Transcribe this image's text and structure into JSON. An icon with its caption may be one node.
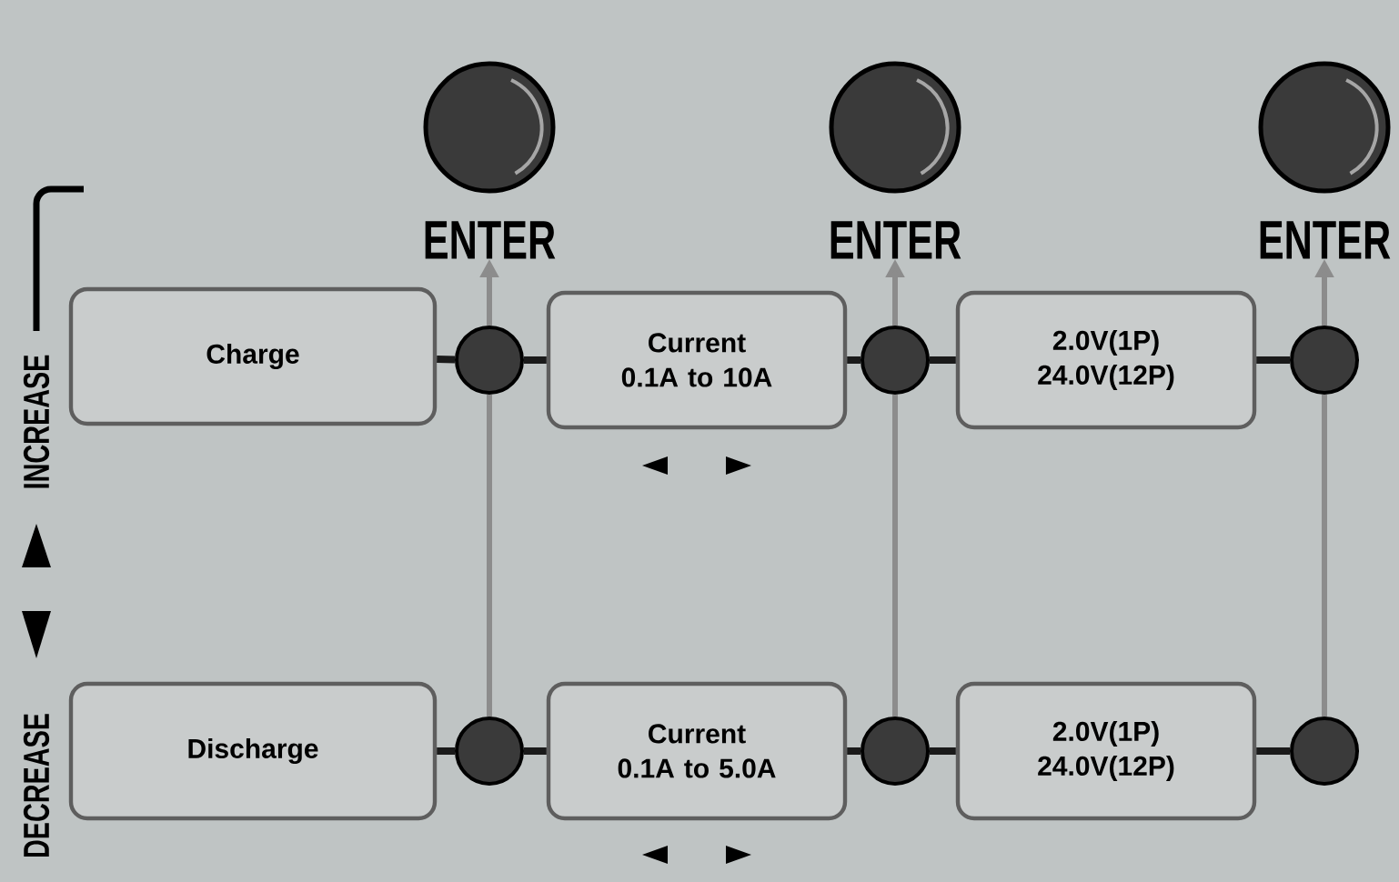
{
  "diagram": {
    "nodes": [
      {
        "text": [
          "Charge"
        ]
      },
      {
        "text": [
          "Current 0.1A to 10A"
        ]
      },
      {
        "text": [
          "2.0V(1P) 24.0V(12P)"
        ]
      },
      {
        "text": [
          "Discharge"
        ]
      },
      {
        "text": [
          "Current 0.1A to 5.0A"
        ]
      },
      {
        "text": [
          "2.0V(1P) 24.0V(12P)"
        ]
      },
      {
        "text": [
          "ENTER"
        ]
      },
      {
        "text": [
          "ENTER"
        ]
      },
      {
        "text": [
          "ENTER"
        ]
      },
      {
        "text": [],
        "shape": "circle"
      },
      {
        "text": [],
        "shape": "circle"
      },
      {
        "text": [],
        "shape": "circle"
      },
      {
        "text": [],
        "shape": "circle"
      },
      {
        "text": [],
        "shape": "circle"
      },
      {
        "text": [],
        "shape": "circle"
      }
    ],
    "edges": [
      {
        "from": 0,
        "to": 9,
        "arrow": "none"
      },
      {
        "from": 9,
        "to": 1,
        "arrow": "none"
      },
      {
        "from": 1,
        "to": 10,
        "arrow": "none"
      },
      {
        "from": 10,
        "to": 2,
        "arrow": "none"
      },
      {
        "from": 2,
        "to": 11,
        "arrow": "none"
      },
      {
        "from": 3,
        "to": 12,
        "arrow": "none"
      },
      {
        "from": 12,
        "to": 4,
        "arrow": "none"
      },
      {
        "from": 4,
        "to": 13,
        "arrow": "none"
      },
      {
        "from": 13,
        "to": 5,
        "arrow": "none"
      },
      {
        "from": 5,
        "to": 14,
        "arrow": "none"
      },
      {
        "from": 12,
        "to": 9,
        "arrow": "none",
        "color": "#8c8c8c"
      },
      {
        "from": 9,
        "to": 6,
        "arrow": "to",
        "color": "#8c8c8c"
      },
      {
        "from": 13,
        "to": 10,
        "arrow": "none",
        "color": "#8c8c8c"
      },
      {
        "from": 10,
        "to": 7,
        "arrow": "to",
        "color": "#8c8c8c"
      },
      {
        "from": 14,
        "to": 11,
        "arrow": "none",
        "color": "#8c8c8c"
      },
      {
        "from": 11,
        "to": 8,
        "arrow": "to",
        "color": "#8c8c8c"
      }
    ],
    "labels": [
      "INCREASE",
      "DECREASE"
    ]
  }
}
